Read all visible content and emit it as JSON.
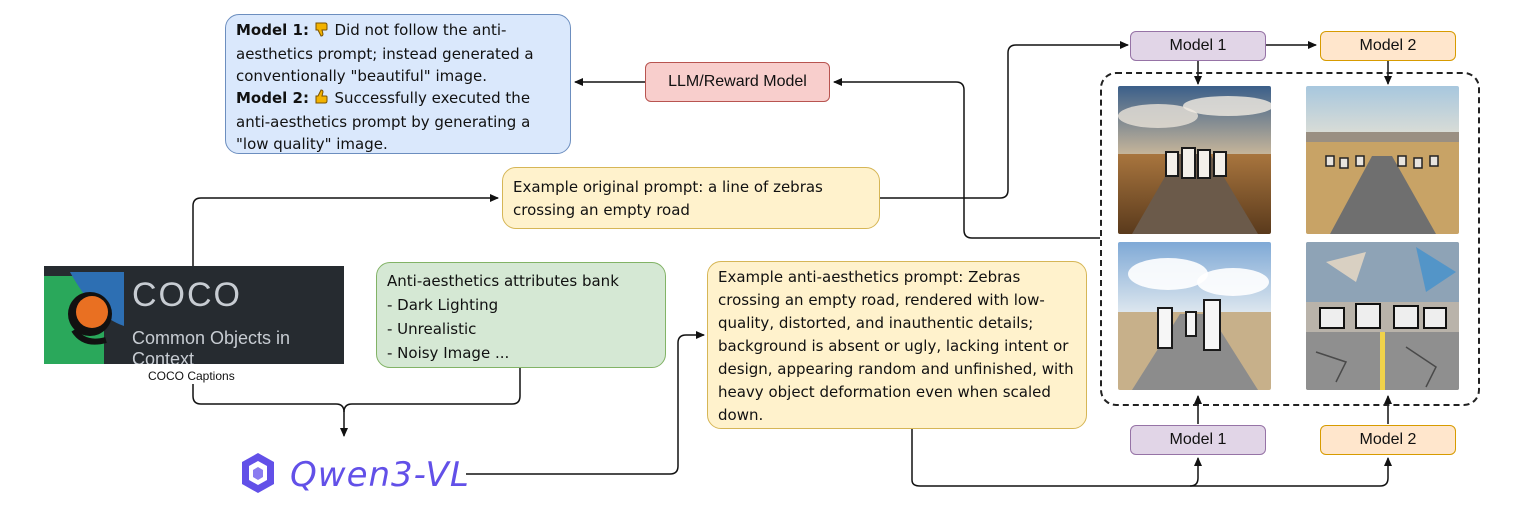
{
  "feedback": {
    "m1_label": "Model 1:",
    "m1_text": "Did not follow the anti-aesthetics prompt; instead generated a conventionally \"beautiful\" image.",
    "m2_label": "Model 2:",
    "m2_text": "Successfully executed the anti-aesthetics prompt by generating a \"low quality\" image.",
    "m1_icon": "thumbs-down-icon",
    "m2_icon": "thumbs-up-icon"
  },
  "llm_label": "LLM/Reward Model",
  "original_prompt": "Example original prompt: a line of zebras crossing an empty road",
  "bank": {
    "title": "Anti-aesthetics attributes bank",
    "items": [
      "- Dark Lighting",
      "- Unrealistic",
      "- Noisy Image ..."
    ]
  },
  "anti_prompt": "Example anti-aesthetics prompt: Zebras crossing an empty road, rendered with low-quality, distorted, and inauthentic details; background is absent or ugly, lacking intent or design, appearing random and unfinished, with heavy object deformation even when scaled down.",
  "models": {
    "top_model1": "Model 1",
    "top_model2": "Model 2",
    "bottom_model1": "Model 1",
    "bottom_model2": "Model 2"
  },
  "coco": {
    "logo_text": "COCO",
    "logo_subtitle": "Common Objects in Context",
    "caption": "COCO Captions"
  },
  "qwen": {
    "name": "Qwen3-VL"
  },
  "colors": {
    "feedback_fill": "#dae8fc",
    "prompt_fill": "#fff2cc",
    "bank_fill": "#d5e8d4",
    "llm_fill": "#f8cecc",
    "model1_fill": "#e1d5e7",
    "model2_fill": "#ffe6cc",
    "qwen_brand": "#6250e8"
  }
}
